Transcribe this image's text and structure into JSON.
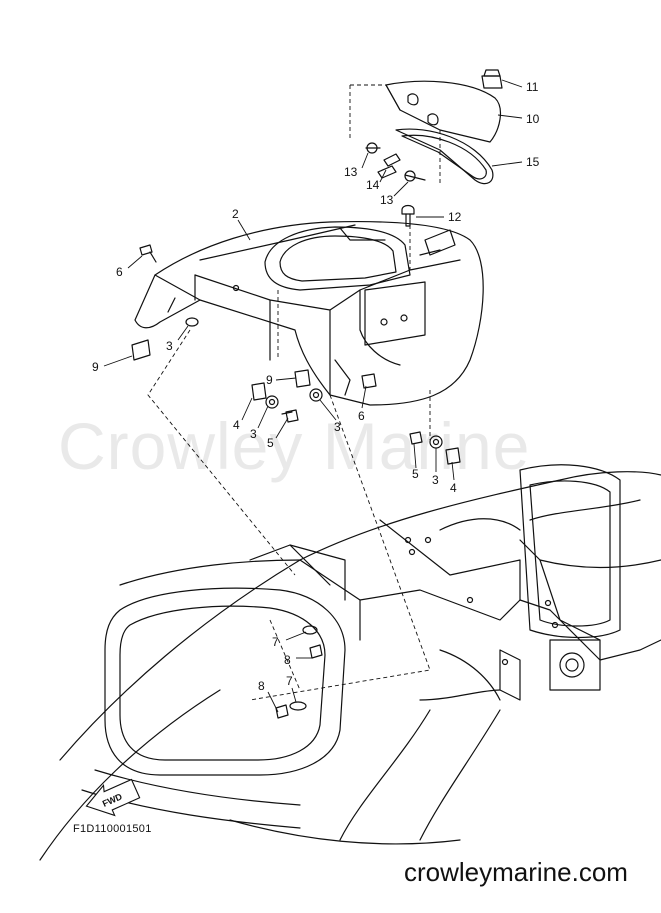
{
  "watermark": "Crowley Marine",
  "drawing_code": "F1D110001501",
  "site": "crowleymarine.com",
  "fwd_label": "FWD",
  "callouts": [
    "11",
    "10",
    "15",
    "13",
    "14",
    "13",
    "12",
    "2",
    "6",
    "3",
    "9",
    "9",
    "4",
    "3",
    "5",
    "3",
    "6",
    "5",
    "3",
    "4",
    "7",
    "8",
    "8",
    "7"
  ]
}
